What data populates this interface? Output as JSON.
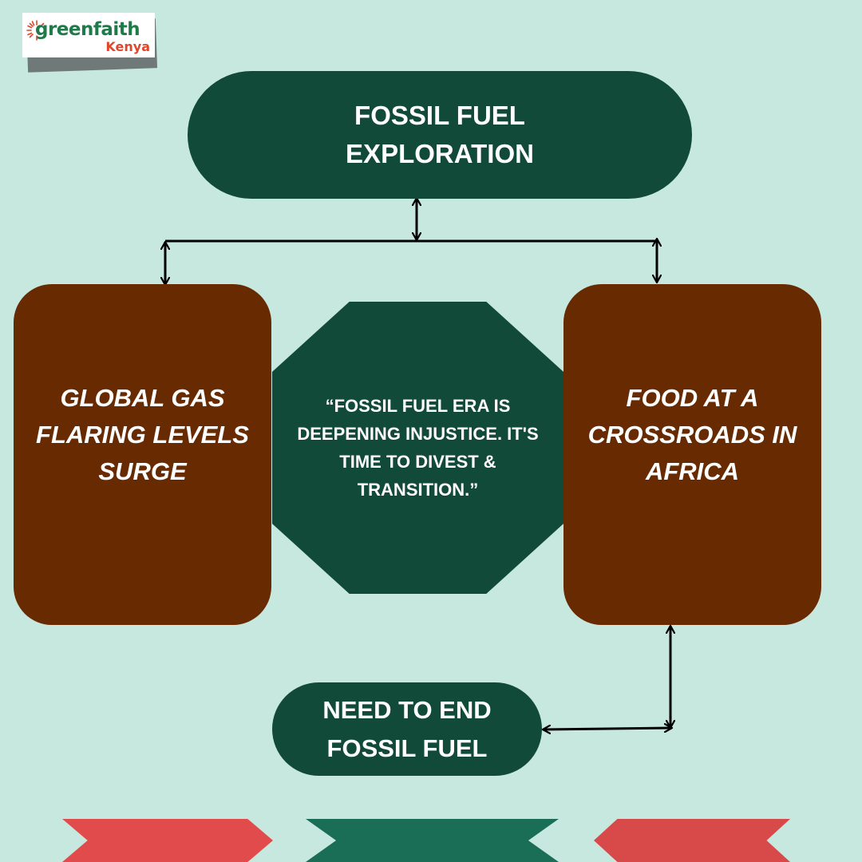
{
  "logo": {
    "name": "greenfaith",
    "region": "Kenya"
  },
  "nodes": {
    "top": "FOSSIL FUEL EXPLORATION",
    "left": "GLOBAL GAS FLARING LEVELS SURGE",
    "center": "“FOSSIL FUEL ERA IS DEEPENING INJUSTICE. IT'S TIME TO DIVEST & TRANSITION.”",
    "right": "FOOD AT A CROSSROADS IN AFRICA",
    "bottom": "NEED TO END FOSSIL FUEL"
  },
  "colors": {
    "background": "#c7e8df",
    "dark_green": "#114a38",
    "brown": "#672a01",
    "ribbon_red": "#e24b4b",
    "ribbon_green": "#1b6e56",
    "logo_green": "#1f7a4a",
    "logo_orange": "#e0462a"
  }
}
